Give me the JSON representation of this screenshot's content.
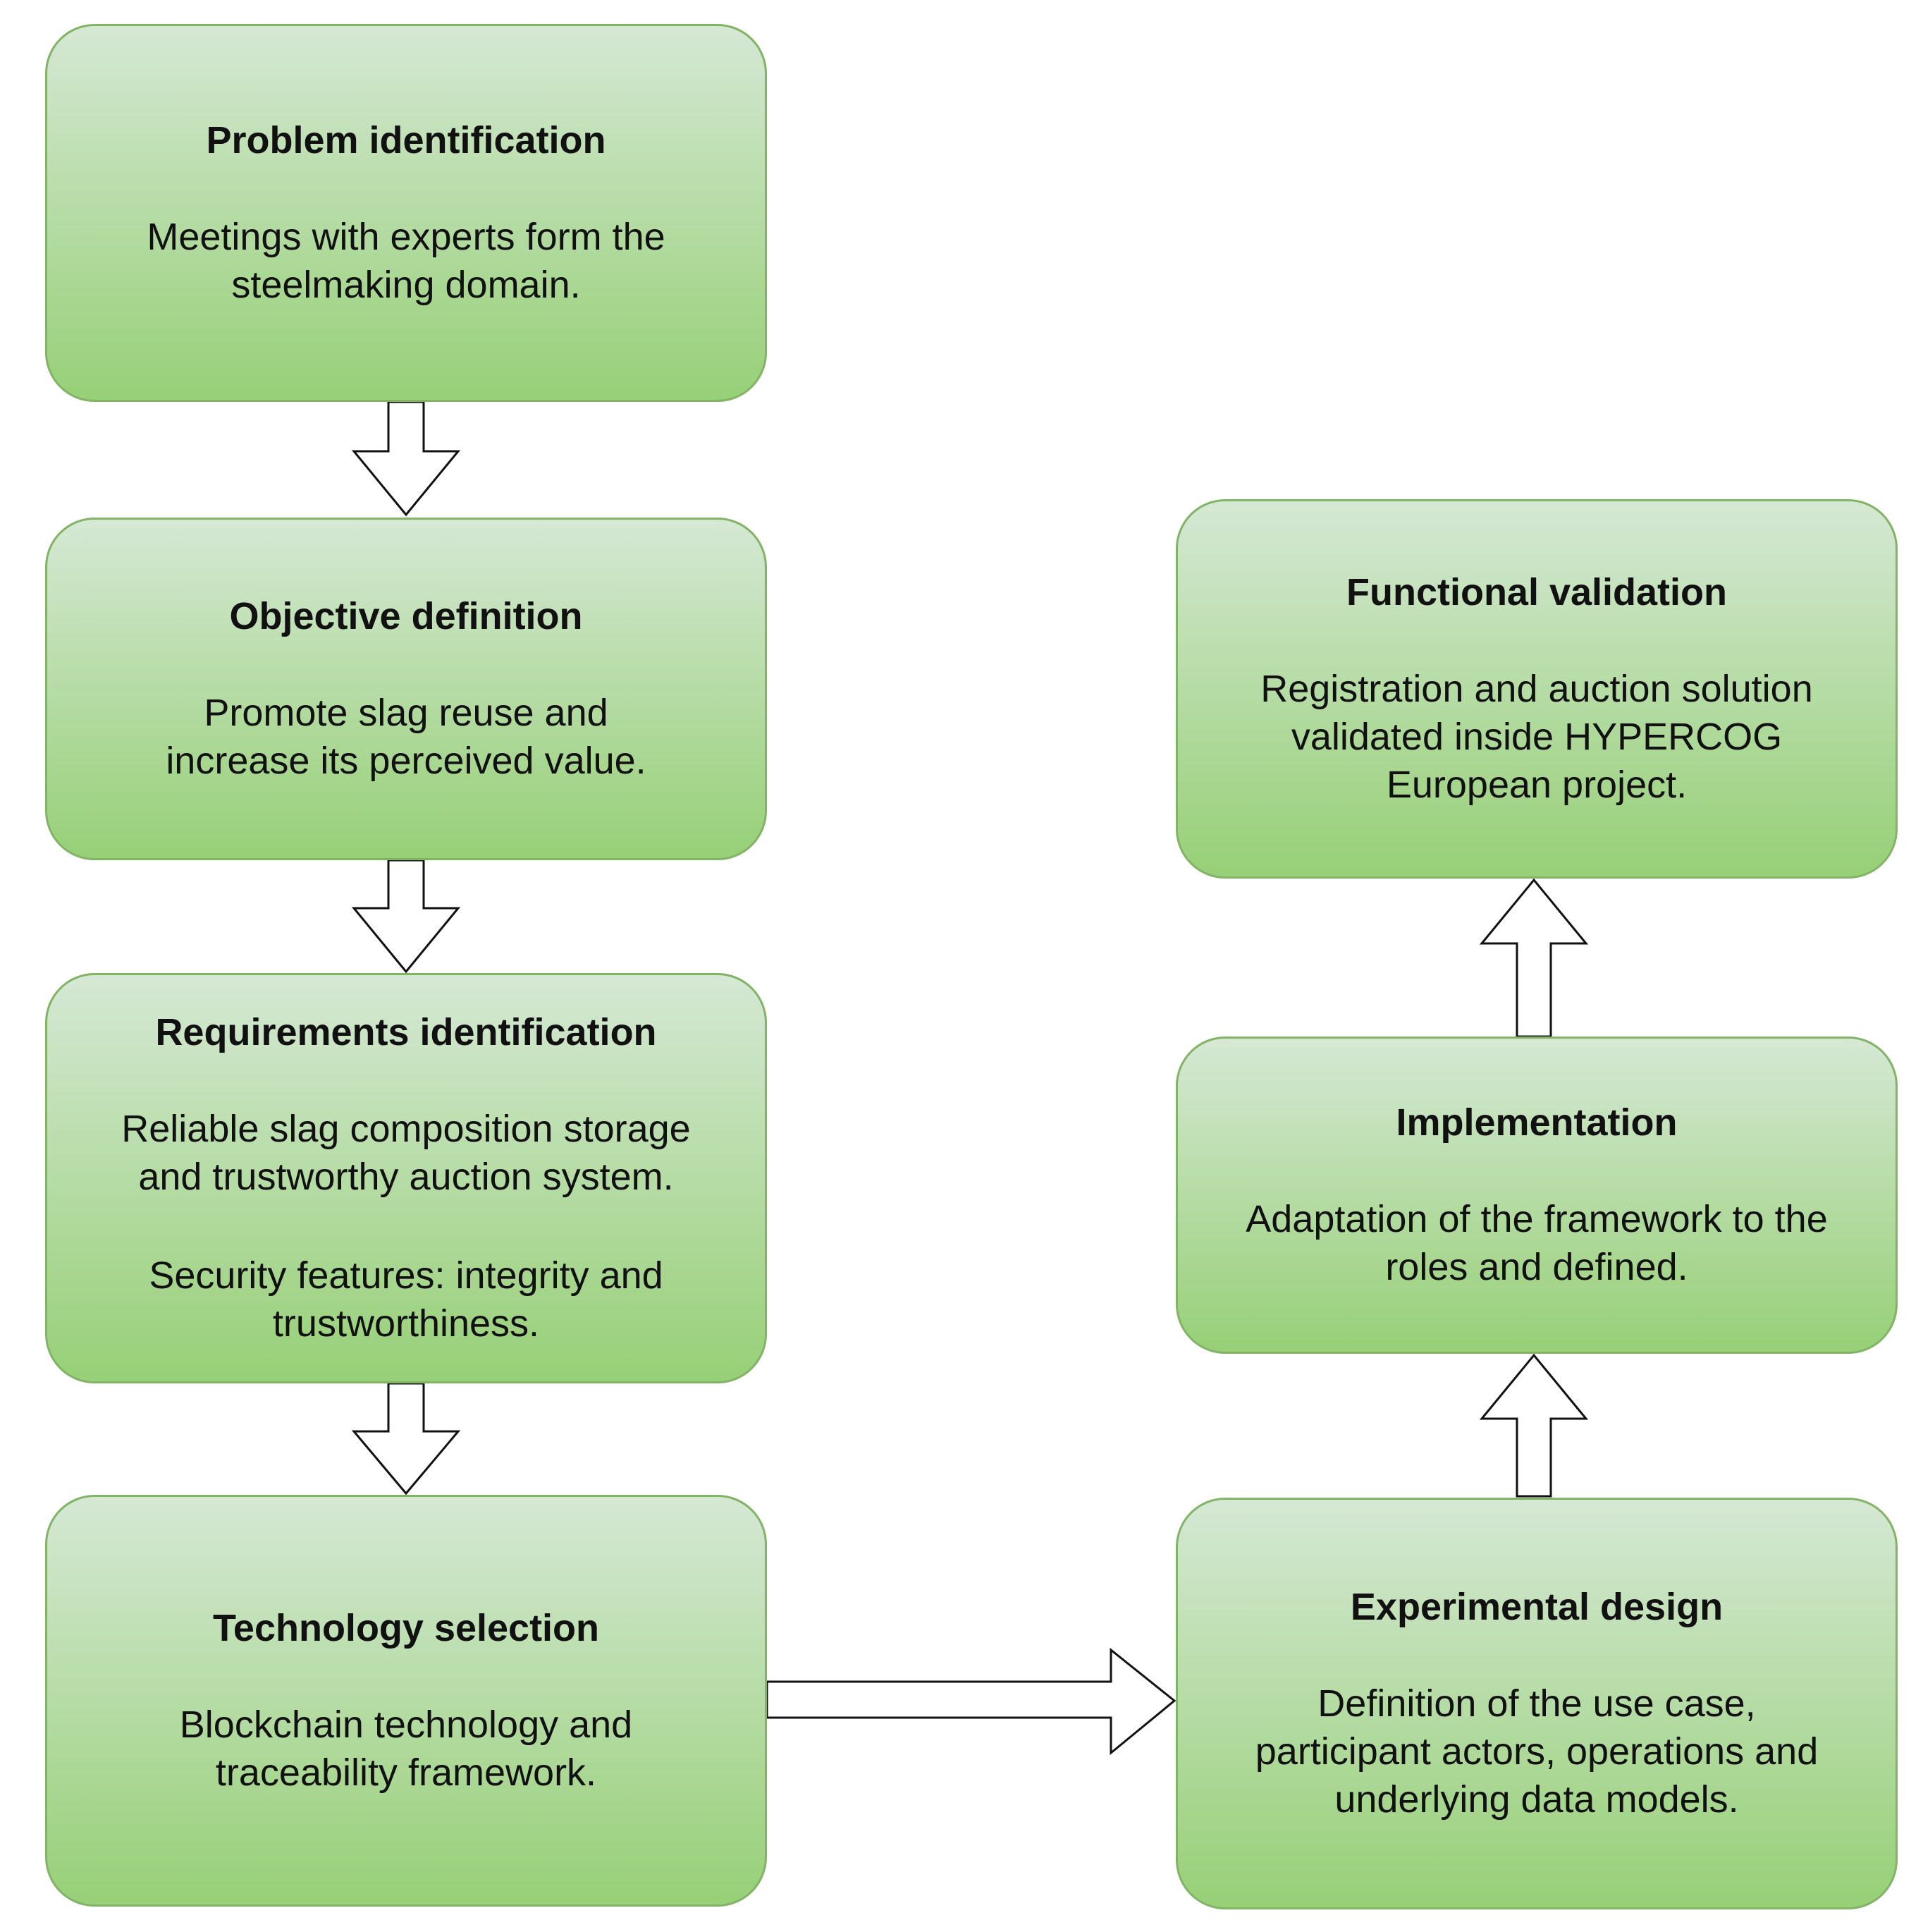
{
  "nodes": {
    "problem": {
      "title": "Problem identification",
      "lines": [
        "Meetings with experts form the",
        "steelmaking domain."
      ]
    },
    "objective": {
      "title": "Objective definition",
      "lines": [
        "Promote slag reuse and",
        "increase its perceived value."
      ]
    },
    "requirements": {
      "title": "Requirements identification",
      "lines": [
        "Reliable slag composition storage",
        "and trustworthy auction system."
      ],
      "lines2": [
        "Security features: integrity and",
        "trustworthiness."
      ]
    },
    "technology": {
      "title": "Technology selection",
      "lines": [
        "Blockchain technology and",
        "traceability framework."
      ]
    },
    "experimental": {
      "title": "Experimental design",
      "lines": [
        "Definition of the use case,",
        "participant actors, operations and",
        "underlying data models."
      ]
    },
    "implementation": {
      "title": "Implementation",
      "lines": [
        "Adaptation of the framework to the",
        "roles and defined."
      ]
    },
    "validation": {
      "title": "Functional validation",
      "lines": [
        "Registration and auction solution",
        "validated inside HYPERCOG",
        "European project."
      ]
    }
  },
  "edges": [
    {
      "from": "Problem identification",
      "to": "Objective definition"
    },
    {
      "from": "Objective definition",
      "to": "Requirements identification"
    },
    {
      "from": "Requirements identification",
      "to": "Technology selection"
    },
    {
      "from": "Technology selection",
      "to": "Experimental design"
    },
    {
      "from": "Experimental design",
      "to": "Implementation"
    },
    {
      "from": "Implementation",
      "to": "Functional validation"
    }
  ],
  "colors": {
    "fill_top": "#d5e8d4",
    "fill_bottom": "#97d077",
    "border": "#82b366",
    "arrow_fill": "#ffffff",
    "arrow_stroke": "#111111"
  }
}
